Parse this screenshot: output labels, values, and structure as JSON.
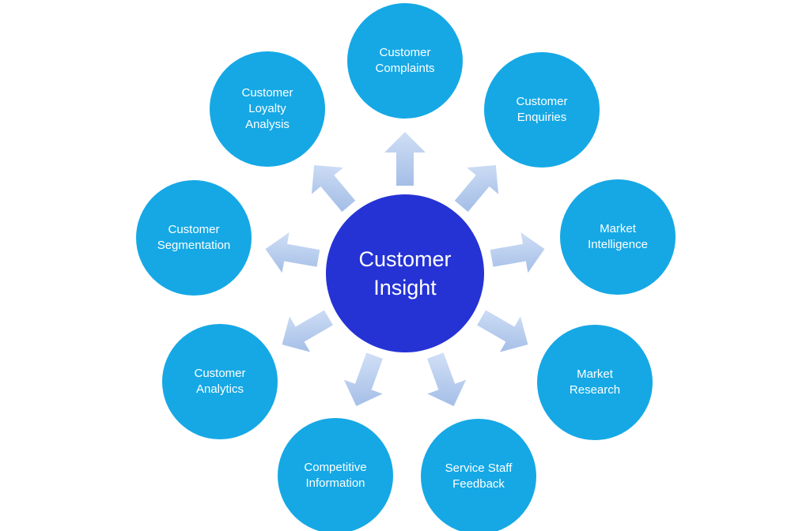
{
  "diagram": {
    "background": "#ffffff",
    "center": {
      "label": "Customer Insight",
      "color": "#2533d4",
      "text_color": "#ffffff"
    },
    "nodes": [
      {
        "label": "Customer Complaints"
      },
      {
        "label": "Customer Enquiries"
      },
      {
        "label": "Market Intelligence"
      },
      {
        "label": "Market Research"
      },
      {
        "label": "Service Staff Feedback"
      },
      {
        "label": "Competitive Information"
      },
      {
        "label": "Customer Analytics"
      },
      {
        "label": "Customer Segmentation"
      },
      {
        "label": "Customer Loyalty Analysis"
      }
    ],
    "node_color": "#15a8e5",
    "node_text_color": "#ffffff",
    "arrow_gradient_top": "#cfdef5",
    "arrow_gradient_bottom": "#a4bee7"
  }
}
